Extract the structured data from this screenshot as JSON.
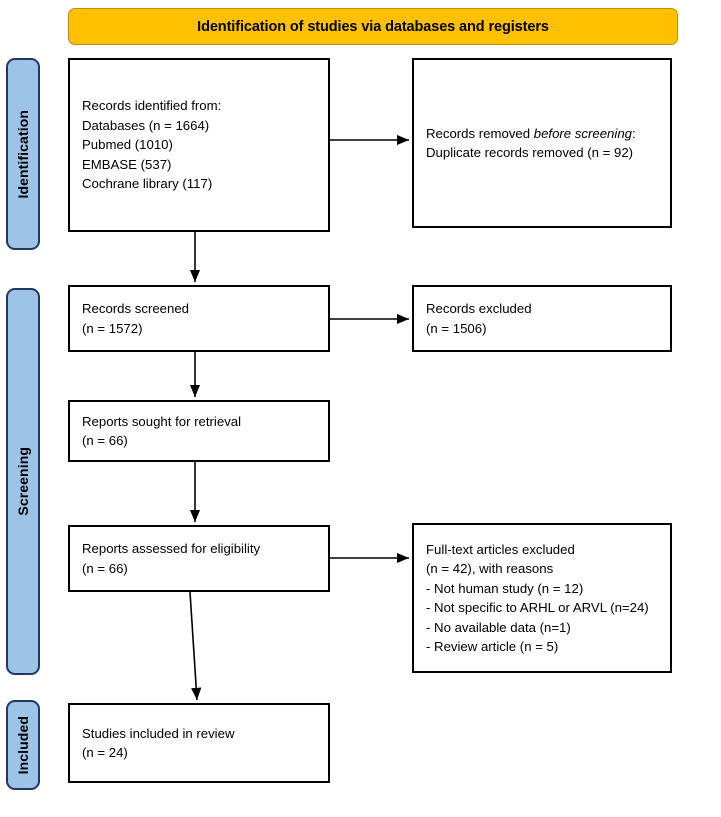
{
  "banner": {
    "title": "Identification of studies via databases and registers"
  },
  "stages": [
    {
      "id": "identification",
      "label": "Identification"
    },
    {
      "id": "screening",
      "label": "Screening"
    },
    {
      "id": "included",
      "label": "Included"
    }
  ],
  "boxes": {
    "identified": {
      "text": "Records identified from:\nDatabases (n = 1664)\nPubmed (1010)\nEMBASE (537)\nCochrane library (117)"
    },
    "removed": {
      "line1_pre": "Records removed ",
      "line1_italic": "before screening",
      "line1_post": ":",
      "line2": "Duplicate records removed  (n = 92)"
    },
    "screened": {
      "text": "Records screened\n(n = 1572)"
    },
    "excluded": {
      "text": "Records excluded\n(n = 1506)"
    },
    "sought": {
      "text": "Reports sought for retrieval\n(n = 66)"
    },
    "assessed": {
      "text": "Reports assessed for eligibility\n(n = 66)"
    },
    "fulltext": {
      "text": "Full-text articles excluded\n(n = 42), with reasons\n - Not human study (n = 12)\n - Not specific to ARHL or ARVL (n=24)\n - No available data (n=1)\n - Review article (n = 5)"
    },
    "included": {
      "text": "Studies included in review\n(n = 24)"
    }
  },
  "colors": {
    "banner_fill": "#FFC000",
    "banner_border": "#BF8F00",
    "stage_fill": "#9DC3E6",
    "stage_border": "#1F3864",
    "box_border": "#000000",
    "arrow": "#000000"
  }
}
